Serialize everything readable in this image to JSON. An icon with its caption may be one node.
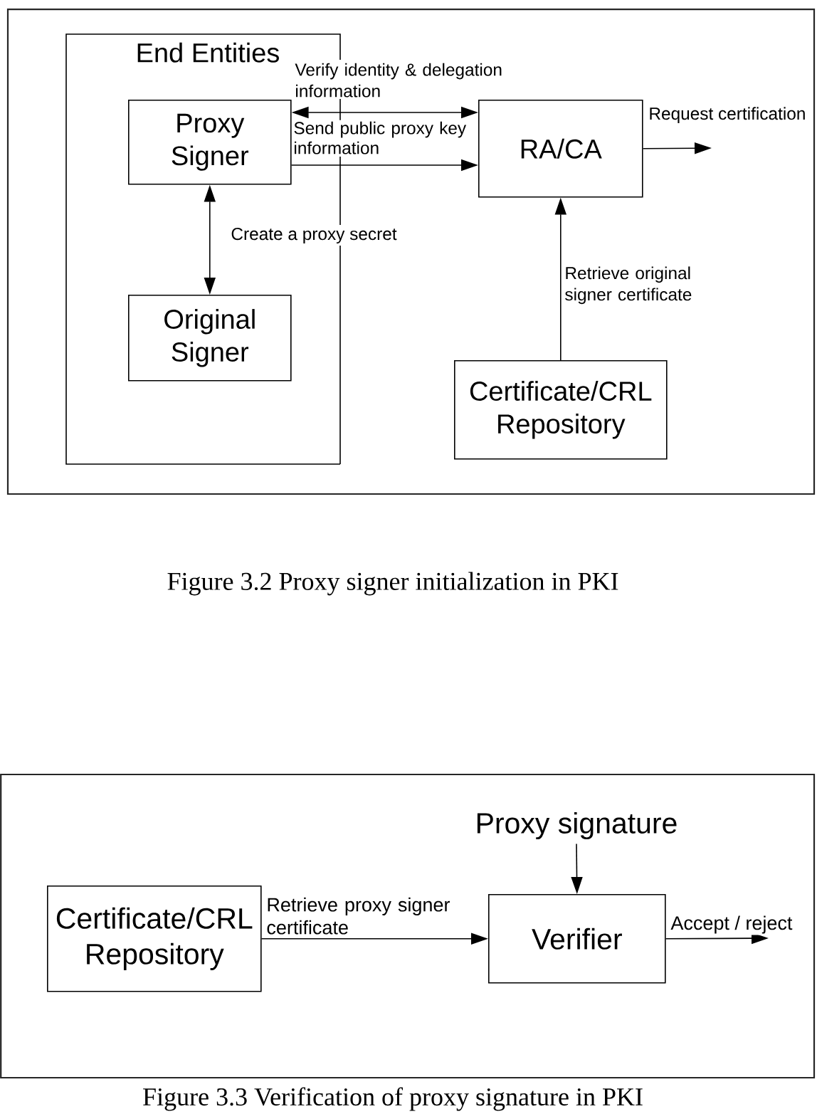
{
  "diagram": {
    "nodes": [
      {
        "text": [
          "End Entities"
        ]
      },
      {
        "text": [
          "Proxy Signer"
        ],
        "in": 0
      },
      {
        "text": [
          "RA/CA"
        ]
      },
      {
        "text": [
          "Original Signer"
        ],
        "in": 0
      },
      {
        "text": [
          "Certificate/CRL Repository"
        ]
      },
      {
        "text": [
          "Proxy signature"
        ]
      },
      {
        "text": [
          "Certificate/CRL Repository"
        ]
      },
      {
        "text": [
          "Verifier"
        ]
      }
    ],
    "edges": [
      {
        "from": 1,
        "to": 2,
        "arrow": "both",
        "label": "Verify identity & delegation information"
      },
      {
        "from": 1,
        "to": 2,
        "arrow": "to",
        "label": "Send public proxy key information"
      },
      {
        "from": 1,
        "to": 3,
        "arrow": "both",
        "label": "Create a proxy secret"
      },
      {
        "from": 4,
        "to": 2,
        "arrow": "to",
        "label": "Retrieve original signer certificate"
      },
      {
        "from": 2,
        "to": null,
        "arrow": "to",
        "label": "Request certification"
      },
      {
        "from": 5,
        "to": 7,
        "arrow": "to"
      },
      {
        "from": 6,
        "to": 7,
        "arrow": "to",
        "label": "Retrieve proxy signer certificate"
      },
      {
        "from": 7,
        "to": null,
        "arrow": "to",
        "label": "Accept / reject"
      }
    ],
    "labels": [
      "Figure 3.2 Proxy signer initialization in PKI",
      "Figure 3.3 Verification of proxy signature in PKI"
    ]
  }
}
